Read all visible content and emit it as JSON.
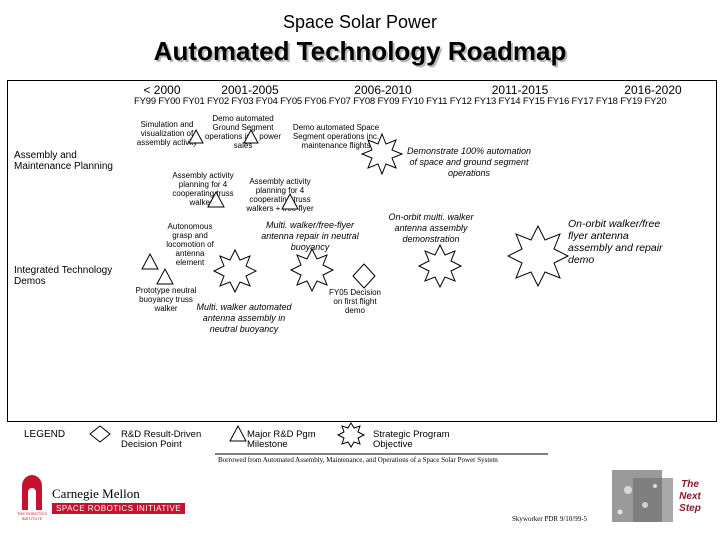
{
  "header": {
    "title": "Space Solar Power",
    "subtitle": "Automated Technology Roadmap"
  },
  "eras": [
    "< 2000",
    "2001-2005",
    "2006-2010",
    "2011-2015",
    "2016-2020"
  ],
  "fiscal_years": "FY99 FY00 FY01 FY02 FY03 FY04 FY05 FY06 FY07 FY08 FY09 FY10 FY11 FY12 FY13 FY14 FY15 FY16 FY17 FY18 FY19 FY20",
  "rows": {
    "assembly": "Assembly and Maintenance Planning",
    "demos": "Integrated Technology Demos"
  },
  "nodes": {
    "sim": "Simulation and visualization of assembly activity",
    "ground_demo": "Demo automated Ground Segment operations inc. power sales",
    "space_demo": "Demo automated Space Segment operations inc. maintenance flights",
    "assembly4": "Assembly activity planning for 4 cooperating truss walkers",
    "assembly4ff": "Assembly activity planning for 4 cooperating truss walkers + free flyer",
    "demo100": "Demonstrate 100% automation of space and ground segment operations",
    "autonomous": "Autonomous grasp and locomotion of antenna element",
    "multi_ff": "Multi. walker/free-flyer antenna repair in neutral buoyancy",
    "onorbit_multi": "On-orbit multi. walker antenna assembly demonstration",
    "onorbit_ff": "On-orbit walker/free flyer antenna assembly and repair demo",
    "prototype": "Prototype neutral buoyancy truss walker",
    "multi_auto": "Multi. walker automated antenna assembly in neutral buoyancy",
    "fy05": "FY05 Decision on first flight demo"
  },
  "legend": {
    "label": "LEGEND",
    "diamond": "R&D Result-Driven Decision Point",
    "triangle": "Major R&D Pgm Milestone",
    "star": "Strategic Program Objective"
  },
  "footer": {
    "credit": "Borrowed from Automated Assembly, Maintenance, and Operations of a Space Solar Power System",
    "cmu": "Carnegie Mellon",
    "sri": "SPACE ROBOTICS INITIATIVE",
    "robotics_institute": "THE ROBOTICS INSTITUTE",
    "sky": "Skyworker PDR 9/10/99-5",
    "next_step": "The Next Step"
  }
}
